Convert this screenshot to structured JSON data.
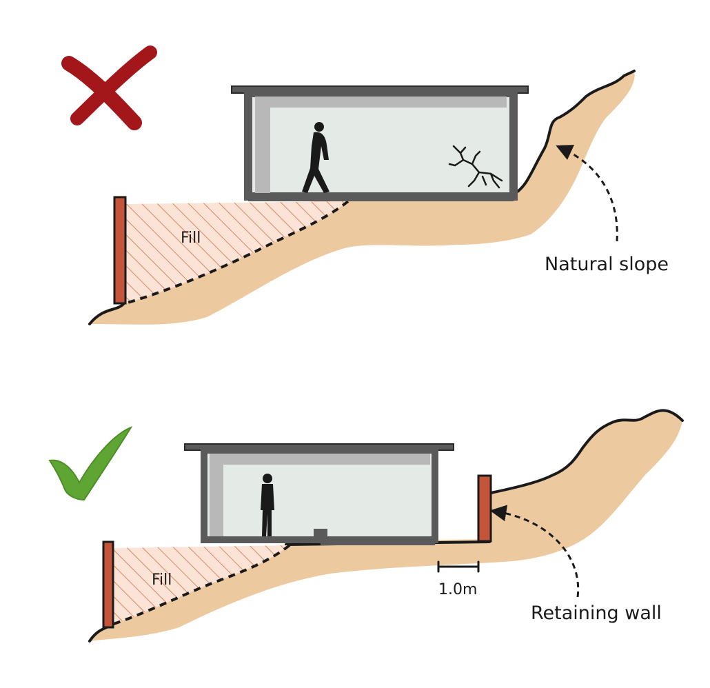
{
  "top_panel": {
    "status_icon": "cross-icon",
    "status_color": "#a3161a",
    "fill_label": "Fill",
    "slope_label": "Natural slope"
  },
  "bottom_panel": {
    "status_icon": "check-icon",
    "status_color": "#5fa533",
    "fill_label": "Fill",
    "dimension_label": "1.0m",
    "wall_label": "Retaining wall"
  },
  "colors": {
    "soil": "#edc9a0",
    "soil_edge": "#1a1a1a",
    "wall": "#c4553a",
    "building_frame": "#5a5a5a",
    "interior": "#e4ebe6",
    "hatch": "#d98565"
  }
}
